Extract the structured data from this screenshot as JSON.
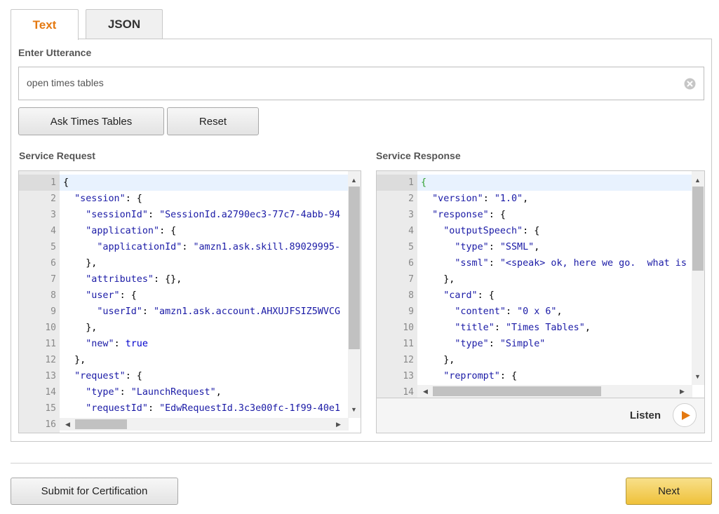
{
  "tabs": [
    {
      "label": "Text",
      "active": true
    },
    {
      "label": "JSON",
      "active": false
    }
  ],
  "utterance": {
    "label": "Enter Utterance",
    "value": "open times tables"
  },
  "buttons": {
    "ask": "Ask Times Tables",
    "reset": "Reset",
    "submit": "Submit for Certification",
    "next": "Next",
    "listen": "Listen"
  },
  "request_panel": {
    "label": "Service Request",
    "lines": [
      [
        "1",
        "{"
      ],
      [
        "2",
        "  \"session\": {"
      ],
      [
        "3",
        "    \"sessionId\": \"SessionId.a2790ec3-77c7-4abb-94"
      ],
      [
        "4",
        "    \"application\": {"
      ],
      [
        "5",
        "      \"applicationId\": \"amzn1.ask.skill.89029995-"
      ],
      [
        "6",
        "    },"
      ],
      [
        "7",
        "    \"attributes\": {},"
      ],
      [
        "8",
        "    \"user\": {"
      ],
      [
        "9",
        "      \"userId\": \"amzn1.ask.account.AHXUJFSIZ5WVCG"
      ],
      [
        "10",
        "    },"
      ],
      [
        "11",
        "    \"new\": true"
      ],
      [
        "12",
        "  },"
      ],
      [
        "13",
        "  \"request\": {"
      ],
      [
        "14",
        "    \"type\": \"LaunchRequest\","
      ],
      [
        "15",
        "    \"requestId\": \"EdwRequestId.3c3e00fc-1f99-40e1"
      ],
      [
        "16",
        ""
      ]
    ]
  },
  "response_panel": {
    "label": "Service Response",
    "lines": [
      [
        "1",
        "{"
      ],
      [
        "2",
        "  \"version\": \"1.0\","
      ],
      [
        "3",
        "  \"response\": {"
      ],
      [
        "4",
        "    \"outputSpeech\": {"
      ],
      [
        "5",
        "      \"type\": \"SSML\","
      ],
      [
        "6",
        "      \"ssml\": \"<speak> ok, here we go.  what is"
      ],
      [
        "7",
        "    },"
      ],
      [
        "8",
        "    \"card\": {"
      ],
      [
        "9",
        "      \"content\": \"0 x 6\","
      ],
      [
        "10",
        "      \"title\": \"Times Tables\","
      ],
      [
        "11",
        "      \"type\": \"Simple\""
      ],
      [
        "12",
        "    },"
      ],
      [
        "13",
        "    \"reprompt\": {"
      ],
      [
        "14",
        ""
      ]
    ]
  },
  "colors": {
    "accent_orange": "#e47911",
    "next_button": "#efc13a",
    "json_key": "#1a1aa6",
    "active_line": "#e8f2fe"
  }
}
